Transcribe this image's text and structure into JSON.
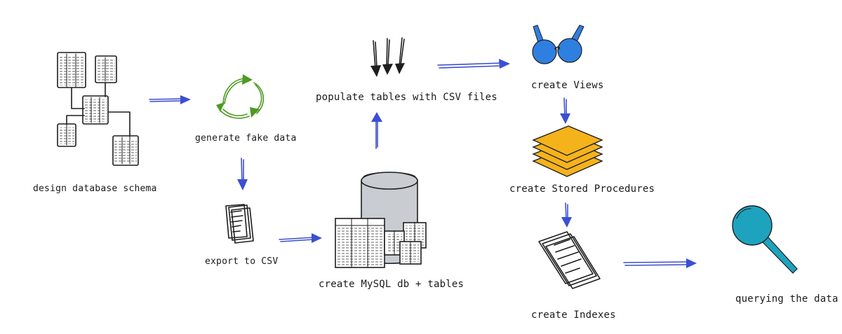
{
  "colors": {
    "arrow": "#3b4fd1",
    "ink": "#1e1e1e",
    "recycle": "#4e9a23",
    "views": "#2f7fe0",
    "procedures": "#f5b31b",
    "query": "#1ea3bf",
    "cylinder": "#c9ccd1"
  },
  "steps": {
    "design_schema": "design database schema",
    "generate_data": "generate fake data",
    "export_csv": "export to CSV",
    "create_db": "create MySQL db + tables",
    "populate": "populate tables with CSV files",
    "create_views": "create Views",
    "create_procedures": "create Stored Procedures",
    "create_indexes": "create Indexes",
    "querying": "querying the data"
  },
  "icons": {
    "design_schema": "schema-diagram-icon",
    "generate_data": "recycle-arrows-icon",
    "export_csv": "document-stack-icon",
    "create_db": "database-cylinder-icon",
    "populate": "down-arrows-icon",
    "create_views": "glasses-icon",
    "create_procedures": "layers-stack-icon",
    "create_indexes": "papers-stack-icon",
    "querying": "magnifier-icon"
  }
}
